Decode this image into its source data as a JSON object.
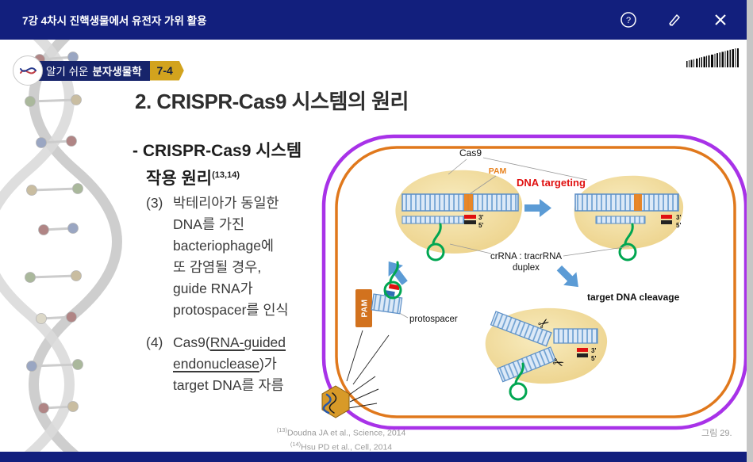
{
  "topbar": {
    "title": "7강 4차시 진핵생물에서 유전자 가위 활용"
  },
  "logo": {
    "prefix": "알기 쉬운",
    "brand": "분자생물학",
    "number": "7-4"
  },
  "slide": {
    "heading": "2. CRISPR-Cas9 시스템의 원리",
    "subtitle_line1": "- CRISPR-Cas9 시스템",
    "subtitle_line2": "작용 원리",
    "subtitle_ref": "(13,14)",
    "item3": {
      "marker": "(3)",
      "lines": [
        "박테리아가 동일한",
        "DNA를 가진",
        "bacteriophage에",
        "또 감염될 경우,",
        "guide RNA가",
        "protospacer를 인식"
      ]
    },
    "item4": {
      "marker": "(4)",
      "pre": "Cas9(",
      "underline1": "RNA-guided",
      "underline2": "endonuclease",
      "post": ")가",
      "line3": "target DNA를 자름"
    },
    "footnote1_sup": "(13)",
    "footnote1": "Doudna JA et al., Science, 2014",
    "footnote2_sup": "(14)",
    "footnote2": "Hsu PD et al., Cell, 2014",
    "figure_caption": "그림 29."
  },
  "diagram": {
    "cas9": "Cas9",
    "pam": "PAM",
    "dna_targeting": "DNA targeting",
    "crrna_line1": "crRNA : tracrRNA",
    "crrna_line2": "duplex",
    "cleavage": "target DNA cleavage",
    "protospacer": "protospacer",
    "pam_vertical": "PAM",
    "three_prime": "3'",
    "five_prime": "5'",
    "scissors_icon": "✂"
  },
  "colors": {
    "titlebar_navy": "#121f7d",
    "cell_membrane_purple": "#a832e8",
    "cell_wall_orange": "#e0781c",
    "cas9_protein_tan": "#f4dfa2",
    "arrow_blue": "#5b9bd5",
    "rna_green": "#00a651",
    "targeting_red": "#e01010",
    "pam_orange": "#e8821e",
    "logo_gold": "#d2a31e"
  }
}
